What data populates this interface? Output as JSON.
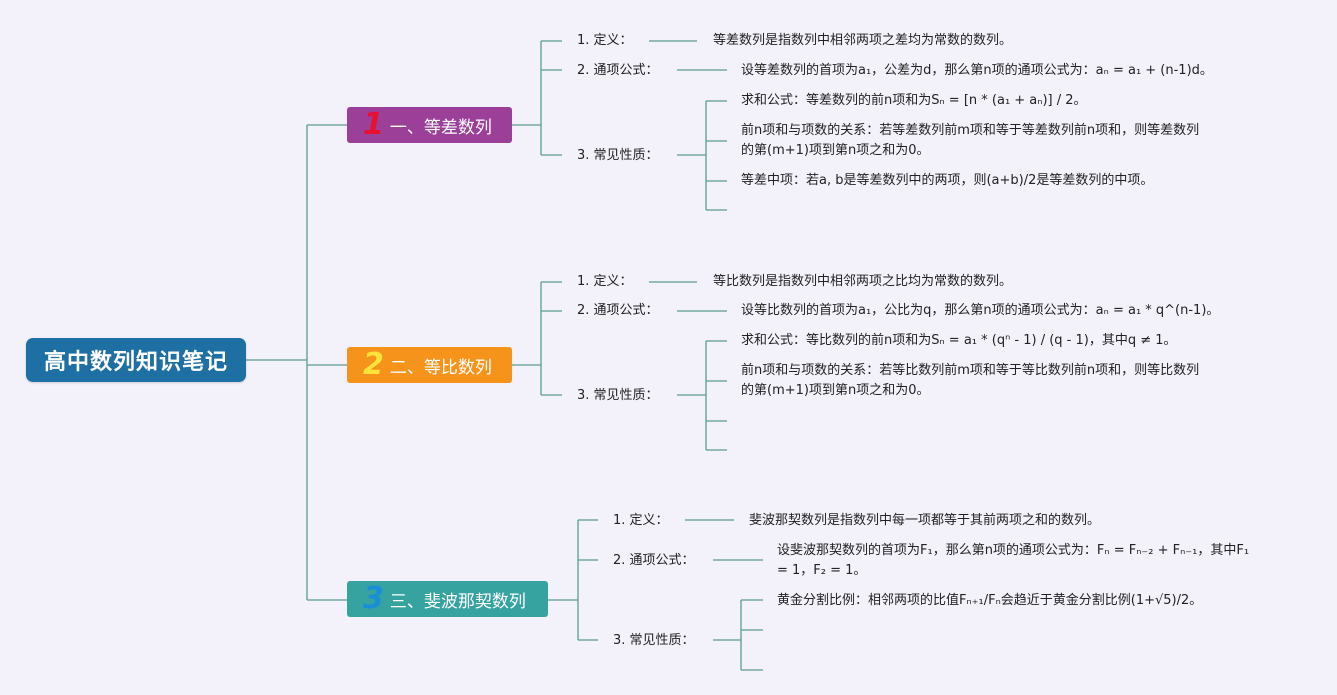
{
  "root": {
    "title": "高中数列知识笔记"
  },
  "sections": [
    {
      "num": "1",
      "title": "一、等差数列",
      "definition_label": "1. 定义：",
      "definition_text": "等差数列是指数列中相邻两项之差均为常数的数列。",
      "formula_label": "2. 通项公式：",
      "formula_text": "设等差数列的首项为a₁，公差为d，那么第n项的通项公式为：aₙ = a₁ + (n-1)d。",
      "properties_label": "3. 常见性质：",
      "prop1": "求和公式：等差数列的前n项和为Sₙ = [n * (a₁ + aₙ)] / 2。",
      "prop2_line1": "前n项和与项数的关系：若等差数列前m项和等于等差数列前n项和，则等差数列",
      "prop2_line2": "的第(m+1)项到第n项之和为0。",
      "prop3": "等差中项：若a, b是等差数列中的两项，则(a+b)/2是等差数列的中项。"
    },
    {
      "num": "2",
      "title": "二、等比数列",
      "definition_label": "1. 定义：",
      "definition_text": "等比数列是指数列中相邻两项之比均为常数的数列。",
      "formula_label": "2. 通项公式：",
      "formula_text": "设等比数列的首项为a₁，公比为q，那么第n项的通项公式为：aₙ = a₁ * q^(n-1)。",
      "properties_label": "3. 常见性质：",
      "prop1": "求和公式：等比数列的前n项和为Sₙ = a₁ * (qⁿ - 1) / (q - 1)，其中q ≠ 1。",
      "prop2_line1": "前n项和与项数的关系：若等比数列前m项和等于等比数列前n项和，则等比数列",
      "prop2_line2": "的第(m+1)项到第n项之和为0。"
    },
    {
      "num": "3",
      "title": "三、斐波那契数列",
      "definition_label": "1. 定义：",
      "definition_text": "斐波那契数列是指数列中每一项都等于其前两项之和的数列。",
      "formula_label": "2. 通项公式：",
      "formula_line1": "设斐波那契数列的首项为F₁，那么第n项的通项公式为：Fₙ = Fₙ₋₂ + Fₙ₋₁，其中F₁",
      "formula_line2": "= 1，F₂ = 1。",
      "properties_label": "3. 常见性质：",
      "prop1": "黄金分割比例：相邻两项的比值Fₙ₊₁/Fₙ会趋近于黄金分割比例(1+√5)/2。"
    }
  ],
  "colors": {
    "root": "#1e6fa3",
    "section1": "#9b3f98",
    "section2": "#f5931b",
    "section3": "#36a3a1",
    "connector": "#5a9e8c",
    "background": "#f3f1f9"
  }
}
